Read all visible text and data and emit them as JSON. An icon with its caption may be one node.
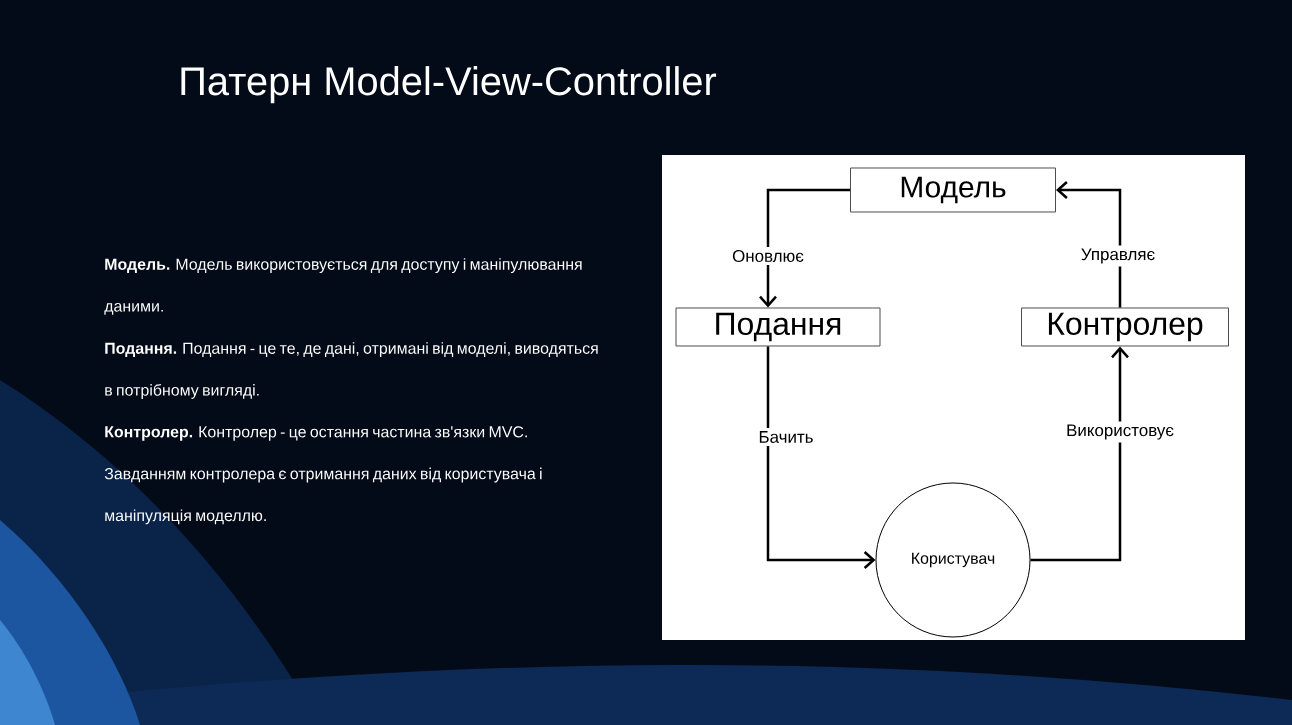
{
  "diagram": {
    "title": "Патерн Model-View-Controller",
    "nodes": [
      {
        "text": [
          "Модель"
        ]
      },
      {
        "text": [
          "Подання"
        ]
      },
      {
        "text": [
          "Контролер"
        ]
      },
      {
        "text": [
          "Користувач"
        ]
      }
    ],
    "edges": [
      {
        "from": 0,
        "to": 1,
        "arrow": "to",
        "label": "Оновлює"
      },
      {
        "from": 1,
        "to": 3,
        "arrow": "to",
        "label": "Бачить"
      },
      {
        "from": 3,
        "to": 2,
        "arrow": "to",
        "label": "Використовує"
      },
      {
        "from": 2,
        "to": 0,
        "arrow": "to",
        "label": "Управляє"
      }
    ],
    "labels": [
      "**Модель.** Модель використовується для доступу і маніпулювання даними.",
      "**Подання.** Подання - це те, де дані, отримані від моделі, виводяться в потрібному вигляді.",
      "**Контролер.** Контролер - це остання частина зв'язки MVC. Завданням контролера є отримання даних від користувача і маніпуляція моделлю."
    ]
  }
}
